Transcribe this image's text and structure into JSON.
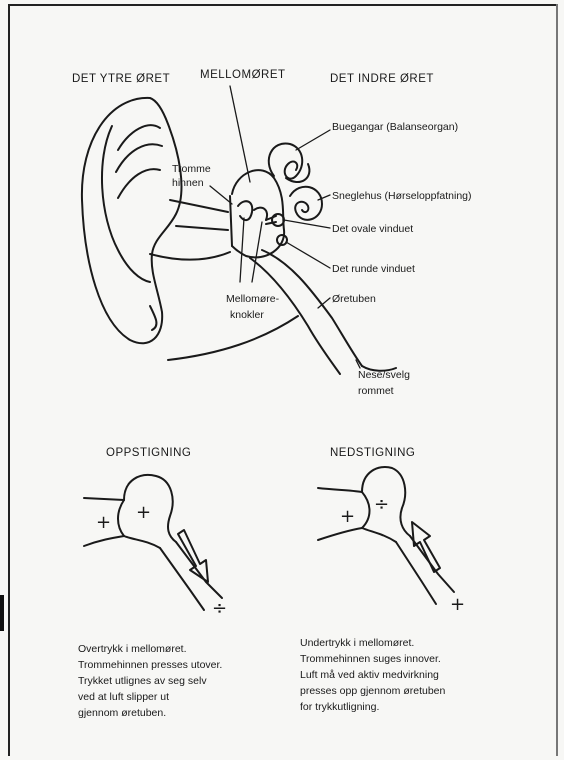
{
  "headers": {
    "outer_ear": "DET YTRE ØRET",
    "middle_ear": "MELLOMØRET",
    "inner_ear": "DET INDRE ØRET"
  },
  "labels": {
    "semicircular": "Buegangar (Balanseorgan)",
    "eardrum_line1": "Tromme",
    "eardrum_line2": "hinnen",
    "cochlea": "Sneglehus (Hørseloppfatning)",
    "oval_window": "Det ovale vinduet",
    "round_window": "Det runde vinduet",
    "ossicles_line1": "Mellomøre-",
    "ossicles_line2": "knokler",
    "eustachian": "Øretuben",
    "nasopharynx_line1": "Nese/svelg",
    "nasopharynx_line2": "rommet"
  },
  "ascent": {
    "title": "OPPSTIGNING",
    "sign_outer": "+",
    "sign_inner": "+",
    "sign_throat": "÷",
    "caption": [
      "Overtrykk i mellomøret.",
      "Trommehinnen presses utover.",
      "Trykket utlignes av seg selv",
      "ved at luft slipper ut",
      "gjennom øretuben."
    ]
  },
  "descent": {
    "title": "NEDSTIGNING",
    "sign_outer": "+",
    "sign_inner": "÷",
    "sign_throat": "+",
    "caption": [
      "Undertrykk i mellomøret.",
      "Trommehinnen suges innover.",
      "Luft må ved aktiv medvirkning",
      "presses opp gjennom øretuben",
      "for trykkutligning."
    ]
  }
}
